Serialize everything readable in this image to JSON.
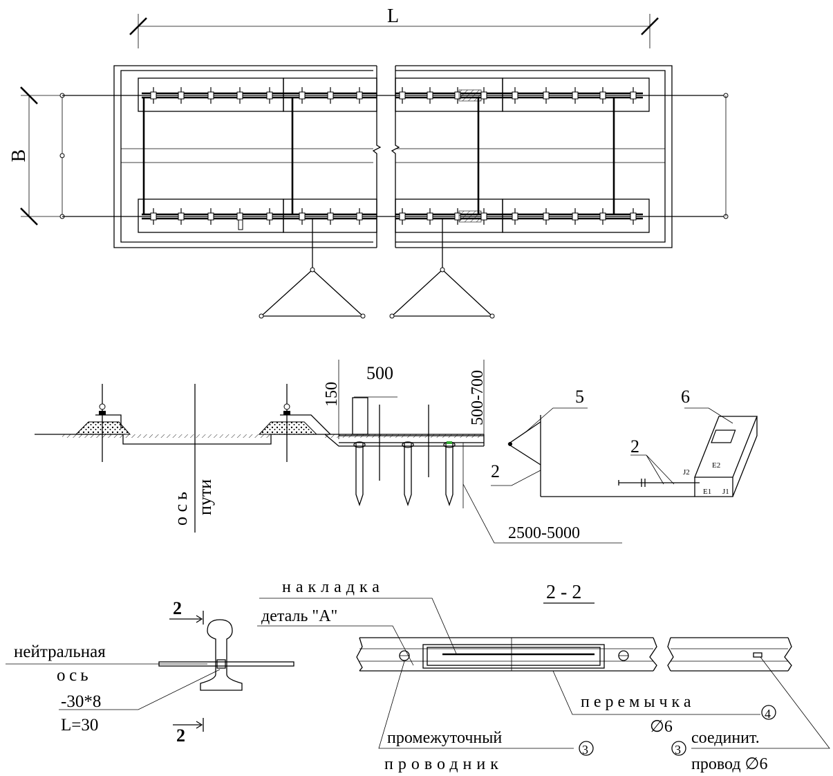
{
  "plan": {
    "length_label": "L",
    "width_label": "B"
  },
  "section": {
    "dim_500": "500",
    "dim_150": "150",
    "dim_500_700": "500-700",
    "dim_2500_5000": "2500-5000",
    "axis_label_1": "ось",
    "axis_label_2": "пути",
    "callout_5": "5",
    "callout_2a": "2",
    "callout_6": "6",
    "callout_2b": "2",
    "box_j2": "J2",
    "box_e2": "E2",
    "box_e1": "E1",
    "box_j1": "J1"
  },
  "detail": {
    "cut_mark_top": "2",
    "cut_mark_bottom": "2",
    "neutral_axis_1": "нейтральная",
    "neutral_axis_2": "ось",
    "bar_size": "-30*8",
    "bar_length": "L=30",
    "section_title": "2 - 2",
    "nakladka": "накладка",
    "detail_a": "деталь \"А\"",
    "peremychka": "перемычка",
    "peremychka_num": "4",
    "peremychka_dia": "∅6",
    "promezh_1": "промежуточный",
    "promezh_2": "проводник",
    "promezh_num": "3",
    "soed_num": "3",
    "soed_1": "соединит.",
    "soed_2": "провод ∅6"
  }
}
